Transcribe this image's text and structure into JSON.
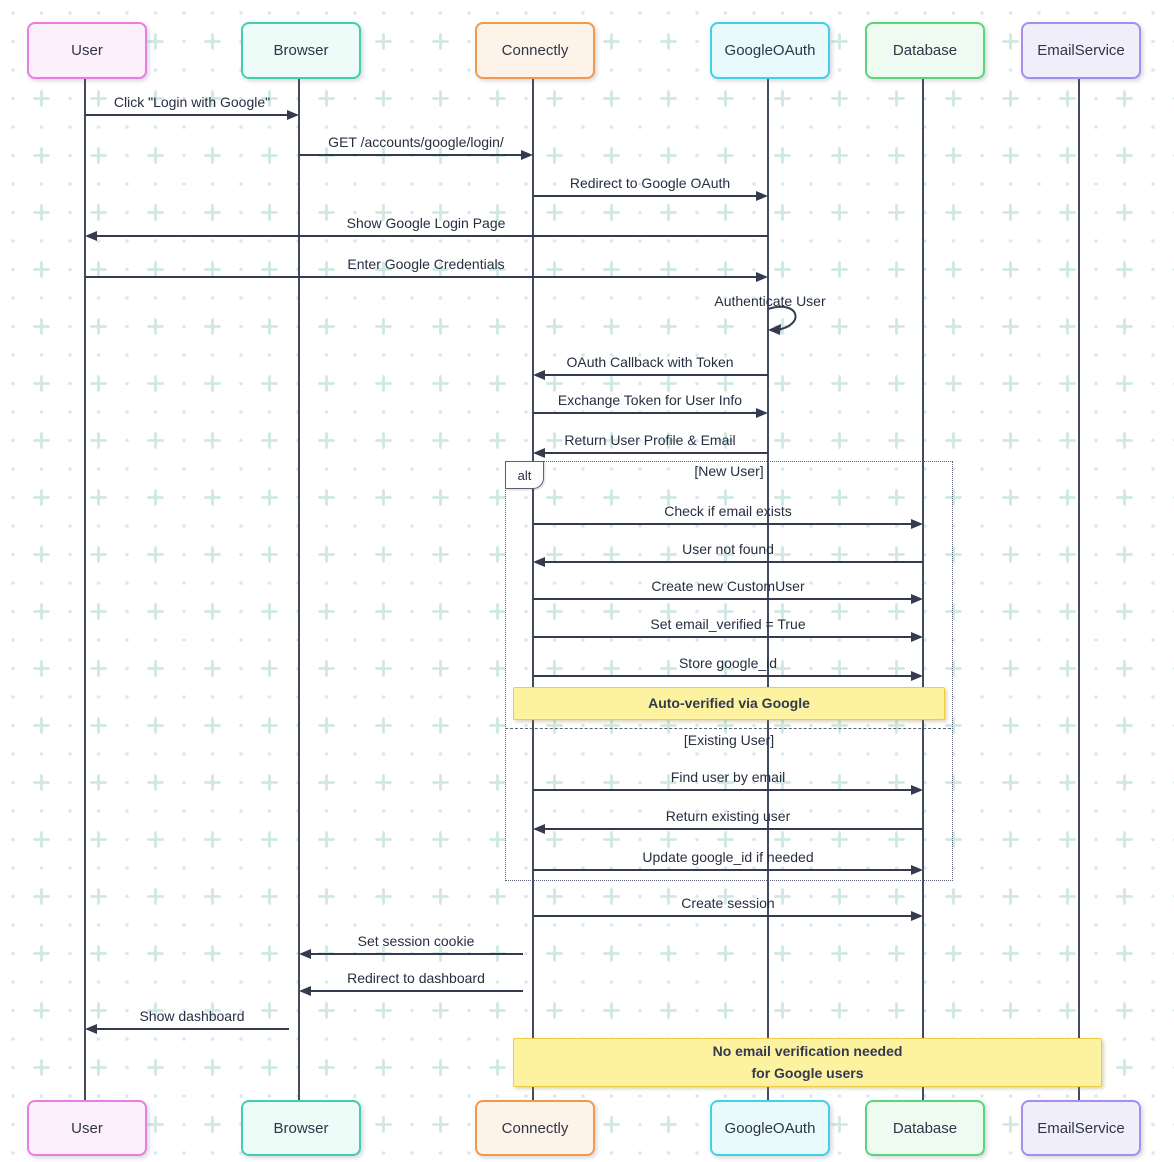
{
  "diagram": {
    "type": "sequence-diagram",
    "participants": [
      {
        "name": "User",
        "border_color": "#e87de4",
        "fill_color": "#fcf0fb"
      },
      {
        "name": "Browser",
        "border_color": "#42cfae",
        "fill_color": "#eefcf7"
      },
      {
        "name": "Connectly",
        "border_color": "#f19a4b",
        "fill_color": "#fdf3e9"
      },
      {
        "name": "GoogleOAuth",
        "border_color": "#41d0e8",
        "fill_color": "#e9fafd"
      },
      {
        "name": "Database",
        "border_color": "#5bd57c",
        "fill_color": "#eefbf1"
      },
      {
        "name": "EmailService",
        "border_color": "#a78cf2",
        "fill_color": "#f1eefc"
      }
    ],
    "messages": [
      {
        "from": "User",
        "to": "Browser",
        "label": "Click \"Login with Google\""
      },
      {
        "from": "Browser",
        "to": "Connectly",
        "label": "GET /accounts/google/login/"
      },
      {
        "from": "Connectly",
        "to": "GoogleOAuth",
        "label": "Redirect to Google OAuth"
      },
      {
        "from": "GoogleOAuth",
        "to": "User",
        "label": "Show Google Login Page"
      },
      {
        "from": "User",
        "to": "GoogleOAuth",
        "label": "Enter Google Credentials"
      },
      {
        "from": "GoogleOAuth",
        "to": "GoogleOAuth",
        "label": "Authenticate User"
      },
      {
        "from": "GoogleOAuth",
        "to": "Connectly",
        "label": "OAuth Callback with Token"
      },
      {
        "from": "Connectly",
        "to": "GoogleOAuth",
        "label": "Exchange Token for User Info"
      },
      {
        "from": "GoogleOAuth",
        "to": "Connectly",
        "label": "Return User Profile & Email"
      },
      {
        "from": "Connectly",
        "to": "Database",
        "label": "Check if email exists"
      },
      {
        "from": "Database",
        "to": "Connectly",
        "label": "User not found"
      },
      {
        "from": "Connectly",
        "to": "Database",
        "label": "Create new CustomUser"
      },
      {
        "from": "Connectly",
        "to": "Database",
        "label": "Set email_verified = True"
      },
      {
        "from": "Connectly",
        "to": "Database",
        "label": "Store google_id"
      },
      {
        "from": "Connectly",
        "to": "Database",
        "label": "Find user by email"
      },
      {
        "from": "Database",
        "to": "Connectly",
        "label": "Return existing user"
      },
      {
        "from": "Connectly",
        "to": "Database",
        "label": "Update google_id if needed"
      },
      {
        "from": "Connectly",
        "to": "Database",
        "label": "Create session"
      },
      {
        "from": "Connectly",
        "to": "Browser",
        "label": "Set session cookie"
      },
      {
        "from": "Connectly",
        "to": "Browser",
        "label": "Redirect to dashboard"
      },
      {
        "from": "Browser",
        "to": "User",
        "label": "Show dashboard"
      }
    ],
    "alt_frame": {
      "tab_label": "alt",
      "section1_label": "[New User]",
      "section2_label": "[Existing User]"
    },
    "notes": [
      {
        "text": "Auto-verified via Google",
        "over": "Connectly, Database"
      },
      {
        "line1": "No email verification needed",
        "line2": "for Google users",
        "over": "Connectly, EmailService"
      }
    ],
    "colors": {
      "message_line": "#343b4f",
      "lifeline": "#434b60",
      "text": "#272e41",
      "note_fill": "#fcf2a0",
      "note_border": "#eecb44",
      "pattern_plus": "#cfe9e2",
      "pattern_dot": "#d9e8ee"
    }
  }
}
